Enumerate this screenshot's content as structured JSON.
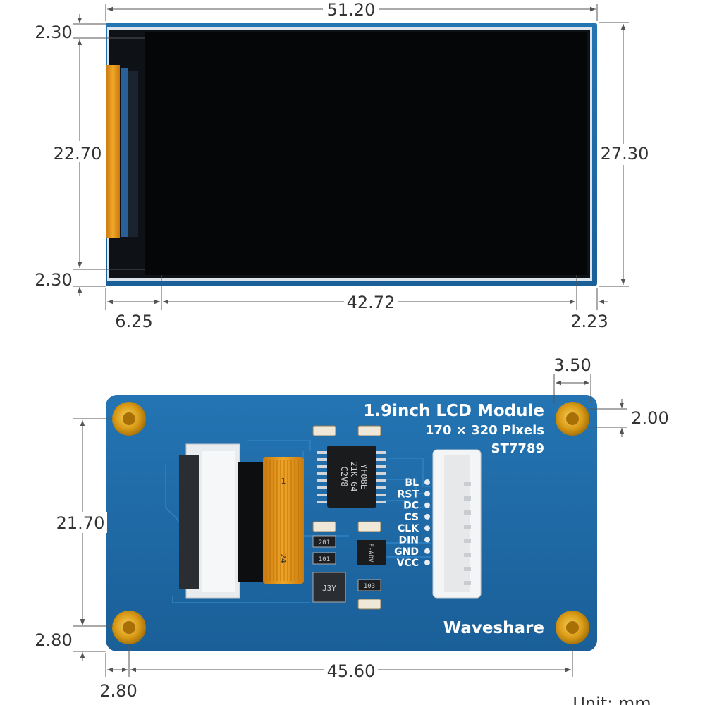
{
  "front_view": {
    "dimensions": {
      "board_width": "51.20",
      "top_margin": "2.30",
      "active_height": "22.70",
      "bottom_margin": "2.30",
      "board_height": "27.30",
      "left_offset": "6.25",
      "active_width": "42.72",
      "right_offset": "2.23"
    }
  },
  "back_view": {
    "dimensions": {
      "hole_right_inset": "3.50",
      "hole_top_inset": "2.00",
      "hole_vertical_spacing": "21.70",
      "hole_bottom_inset": "2.80",
      "hole_left_inset": "2.80",
      "hole_horizontal_spacing": "45.60"
    },
    "silkscreen": {
      "title": "1.9inch LCD Module",
      "resolution": "170 × 320 Pixels",
      "driver": "ST7789",
      "brand": "Waveshare",
      "fpc_pin_start": "1",
      "fpc_pin_end": "24",
      "ic_line1": "YF08E",
      "ic_line2": "21K G4",
      "ic_line3": "C2V8",
      "res1": "201",
      "res2": "101",
      "res3": "103",
      "reg_label": "J3Y",
      "reg2_label": "E-ADV"
    },
    "pins": [
      "BL",
      "RST",
      "DC",
      "CS",
      "CLK",
      "DIN",
      "GND",
      "VCC"
    ]
  },
  "footer": {
    "unit_label": "Unit: mm"
  },
  "colors": {
    "pcb_blue": "#1f6aa6",
    "display_black": "#050608",
    "fpc_orange": "#e79a1a",
    "gold_pad": "#d89a16",
    "dimension_line": "#555555"
  }
}
